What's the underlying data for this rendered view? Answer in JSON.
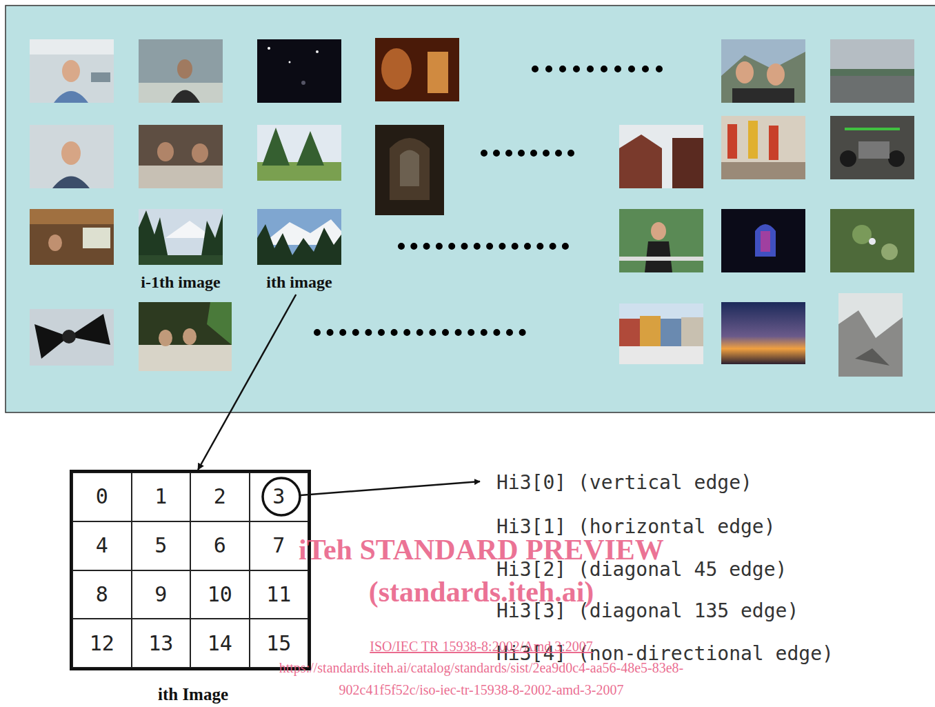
{
  "diagram": {
    "nodes": [
      {
        "text": [
          "i-1th image"
        ]
      },
      {
        "text": [
          "ith image"
        ]
      },
      {
        "text": [
          "ith Image"
        ]
      },
      {
        "text": [
          "0"
        ],
        "in": 2
      },
      {
        "text": [
          "1"
        ],
        "in": 2
      },
      {
        "text": [
          "2"
        ],
        "in": 2
      },
      {
        "text": [
          "3"
        ],
        "in": 2
      },
      {
        "text": [
          "4"
        ],
        "in": 2
      },
      {
        "text": [
          "5"
        ],
        "in": 2
      },
      {
        "text": [
          "6"
        ],
        "in": 2
      },
      {
        "text": [
          "7"
        ],
        "in": 2
      },
      {
        "text": [
          "8"
        ],
        "in": 2
      },
      {
        "text": [
          "9"
        ],
        "in": 2
      },
      {
        "text": [
          "10"
        ],
        "in": 2
      },
      {
        "text": [
          "11"
        ],
        "in": 2
      },
      {
        "text": [
          "12"
        ],
        "in": 2
      },
      {
        "text": [
          "13"
        ],
        "in": 2
      },
      {
        "text": [
          "14"
        ],
        "in": 2
      },
      {
        "text": [
          "15"
        ],
        "in": 2
      }
    ],
    "edges": [
      {
        "from": 1,
        "to": 2,
        "arrow": "to"
      }
    ],
    "labels": [
      "Hi3[0] (vertical edge)",
      "Hi3[1] (horizontal edge)",
      "Hi3[2] (diagonal 45 edge)",
      "Hi3[3] (diagonal 135 edge)",
      "Hi3[4] (non-directional edge)",
      "iTeh STANDARD PREVIEW",
      "(standards.iteh.ai)",
      "ISO/IEC TR 15938-8:2002/Amd 3:2007",
      "https://standards.iteh.ai/catalog/standards/sist/2ea9d0c4-aa56-48e5-83e8-",
      "902c41f5f52c/iso-iec-tr-15938-8-2002-amd-3-2007"
    ]
  }
}
